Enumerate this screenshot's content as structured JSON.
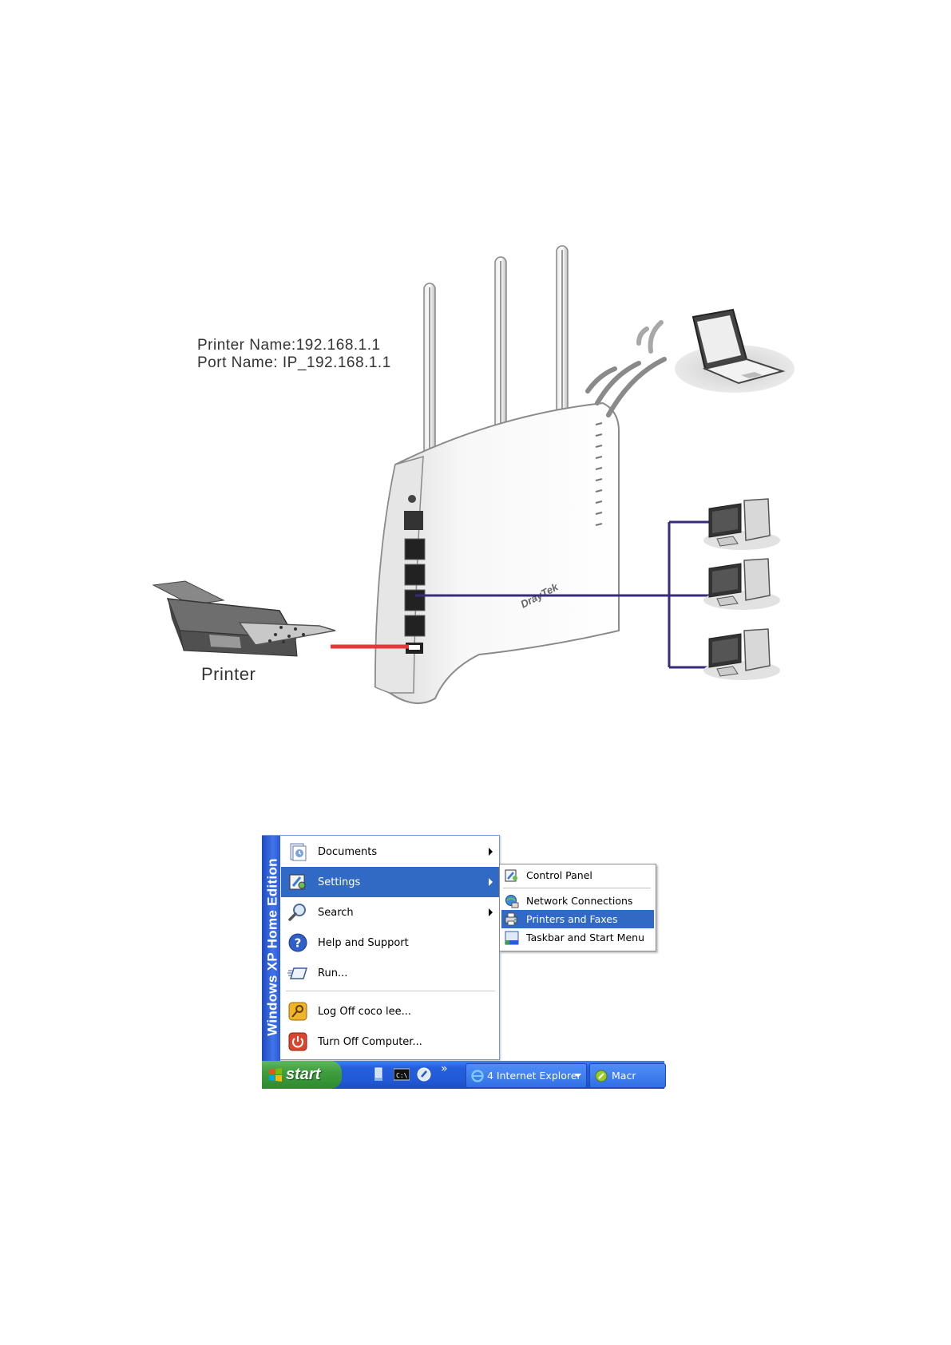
{
  "diagram": {
    "printer_name": "Printer Name:192.168.1.1",
    "port_name": "Port Name: IP_192.168.1.1",
    "printer_label": "Printer",
    "router_brand": "DrayTek"
  },
  "start_menu": {
    "edition_text": "Windows XP  Home Edition",
    "items": [
      {
        "label": "Documents",
        "icon": "documents-icon",
        "has_submenu": true
      },
      {
        "label": "Settings",
        "icon": "settings-icon",
        "has_submenu": true,
        "selected": true
      },
      {
        "label": "Search",
        "icon": "search-icon",
        "has_submenu": true
      },
      {
        "label": "Help and Support",
        "icon": "help-icon"
      },
      {
        "label": "Run...",
        "icon": "run-icon"
      },
      {
        "label": "Log Off coco lee...",
        "icon": "log-off-icon"
      },
      {
        "label": "Turn Off Computer...",
        "icon": "power-icon"
      }
    ],
    "settings_submenu": [
      {
        "label": "Control Panel",
        "icon": "control-panel-icon"
      },
      {
        "label": "Network Connections",
        "icon": "network-connections-icon"
      },
      {
        "label": "Printers and Faxes",
        "icon": "printers-faxes-icon",
        "selected": true
      },
      {
        "label": "Taskbar and Start Menu",
        "icon": "taskbar-icon"
      }
    ]
  },
  "taskbar": {
    "start_label": "start",
    "chevron": "»",
    "tasks": [
      {
        "label": "4 Internet Explorer",
        "icon": "internet-explorer-icon"
      },
      {
        "label": "Macr",
        "icon": "macromedia-icon"
      }
    ]
  },
  "colors": {
    "menu_highlight": "#316ac5",
    "xp_stripe": "#2a58d6",
    "taskbar_blue": "#245edc",
    "start_green": "#3f9e3f",
    "usb_cable": "#e23a3a",
    "lan_cable": "#3a2a7a"
  }
}
